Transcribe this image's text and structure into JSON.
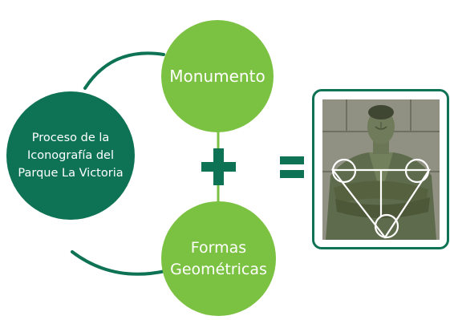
{
  "diagram": {
    "nodes": {
      "process": {
        "lines": [
          "Proceso de la",
          "Iconografía del",
          "Parque La Victoria"
        ]
      },
      "monument": {
        "label": "Monumento"
      },
      "shapes": {
        "lines": [
          "Formas",
          "Geométricas"
        ]
      }
    },
    "operators": {
      "plus": "+",
      "equals": "="
    },
    "result_image": {
      "subject": "statue-bust-with-geometric-overlay",
      "overlay_shapes": [
        "circle",
        "circle",
        "circle",
        "inverted-triangle",
        "vertical-line"
      ]
    }
  },
  "colors": {
    "dark_green": "#0e7354",
    "light_green": "#7cc242",
    "overlay": "#ffffff"
  }
}
